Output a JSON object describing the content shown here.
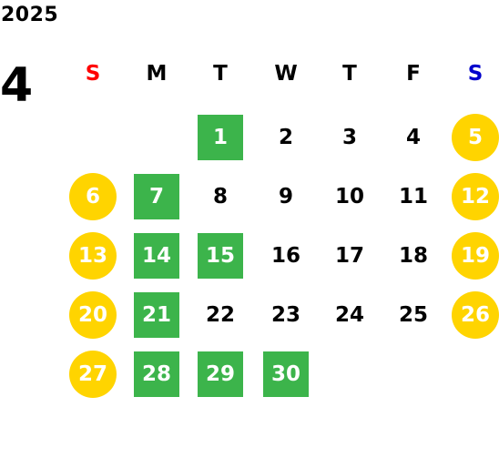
{
  "calendar": {
    "year": "2025",
    "month": "4",
    "weekdays": [
      {
        "label": "S",
        "color": "#ff0000"
      },
      {
        "label": "M",
        "color": "#000000"
      },
      {
        "label": "T",
        "color": "#000000"
      },
      {
        "label": "W",
        "color": "#000000"
      },
      {
        "label": "T",
        "color": "#000000"
      },
      {
        "label": "F",
        "color": "#000000"
      },
      {
        "label": "S",
        "color": "#0000cc"
      }
    ],
    "colors": {
      "holiday_circle": "#ffd400",
      "highlight_square": "#3cb44b",
      "highlight_text": "#ffffff",
      "normal_text": "#000000"
    },
    "days": [
      {
        "label": "1",
        "style": "green"
      },
      {
        "label": "2",
        "style": "plain"
      },
      {
        "label": "3",
        "style": "plain"
      },
      {
        "label": "4",
        "style": "plain"
      },
      {
        "label": "5",
        "style": "circle"
      },
      {
        "label": "6",
        "style": "circle"
      },
      {
        "label": "7",
        "style": "green"
      },
      {
        "label": "8",
        "style": "plain"
      },
      {
        "label": "9",
        "style": "plain"
      },
      {
        "label": "10",
        "style": "plain"
      },
      {
        "label": "11",
        "style": "plain"
      },
      {
        "label": "12",
        "style": "circle"
      },
      {
        "label": "13",
        "style": "circle"
      },
      {
        "label": "14",
        "style": "green"
      },
      {
        "label": "15",
        "style": "green"
      },
      {
        "label": "16",
        "style": "plain"
      },
      {
        "label": "17",
        "style": "plain"
      },
      {
        "label": "18",
        "style": "plain"
      },
      {
        "label": "19",
        "style": "circle"
      },
      {
        "label": "20",
        "style": "circle"
      },
      {
        "label": "21",
        "style": "green"
      },
      {
        "label": "22",
        "style": "plain"
      },
      {
        "label": "23",
        "style": "plain"
      },
      {
        "label": "24",
        "style": "plain"
      },
      {
        "label": "25",
        "style": "plain"
      },
      {
        "label": "26",
        "style": "circle"
      },
      {
        "label": "27",
        "style": "circle"
      },
      {
        "label": "28",
        "style": "green"
      },
      {
        "label": "29",
        "style": "green"
      },
      {
        "label": "30",
        "style": "green"
      }
    ]
  }
}
